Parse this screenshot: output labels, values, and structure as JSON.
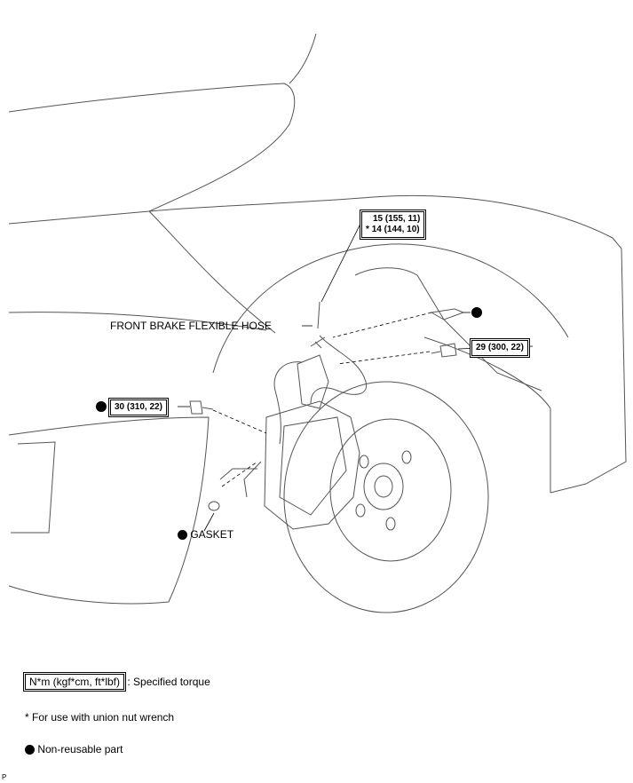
{
  "callouts": {
    "hose_torque": {
      "line1": "15 (155, 11)",
      "star": "*",
      "line2": "14 (144, 10)"
    },
    "hose_label": "FRONT BRAKE FLEXIBLE HOSE",
    "right_bolt_torque": "29 (300, 22)",
    "left_bolt_torque": "30 (310, 22)",
    "gasket_label": "GASKET"
  },
  "legend": {
    "torque_unit": "N*m (kgf*cm, ft*lbf)",
    "torque_desc": ": Specified torque",
    "star_note": "* For use with union nut wrench",
    "nonreusable": "Non-reusable part"
  },
  "corner_mark": "P",
  "colors": {
    "ink": "#000000",
    "line": "#555555",
    "paper": "#ffffff"
  }
}
